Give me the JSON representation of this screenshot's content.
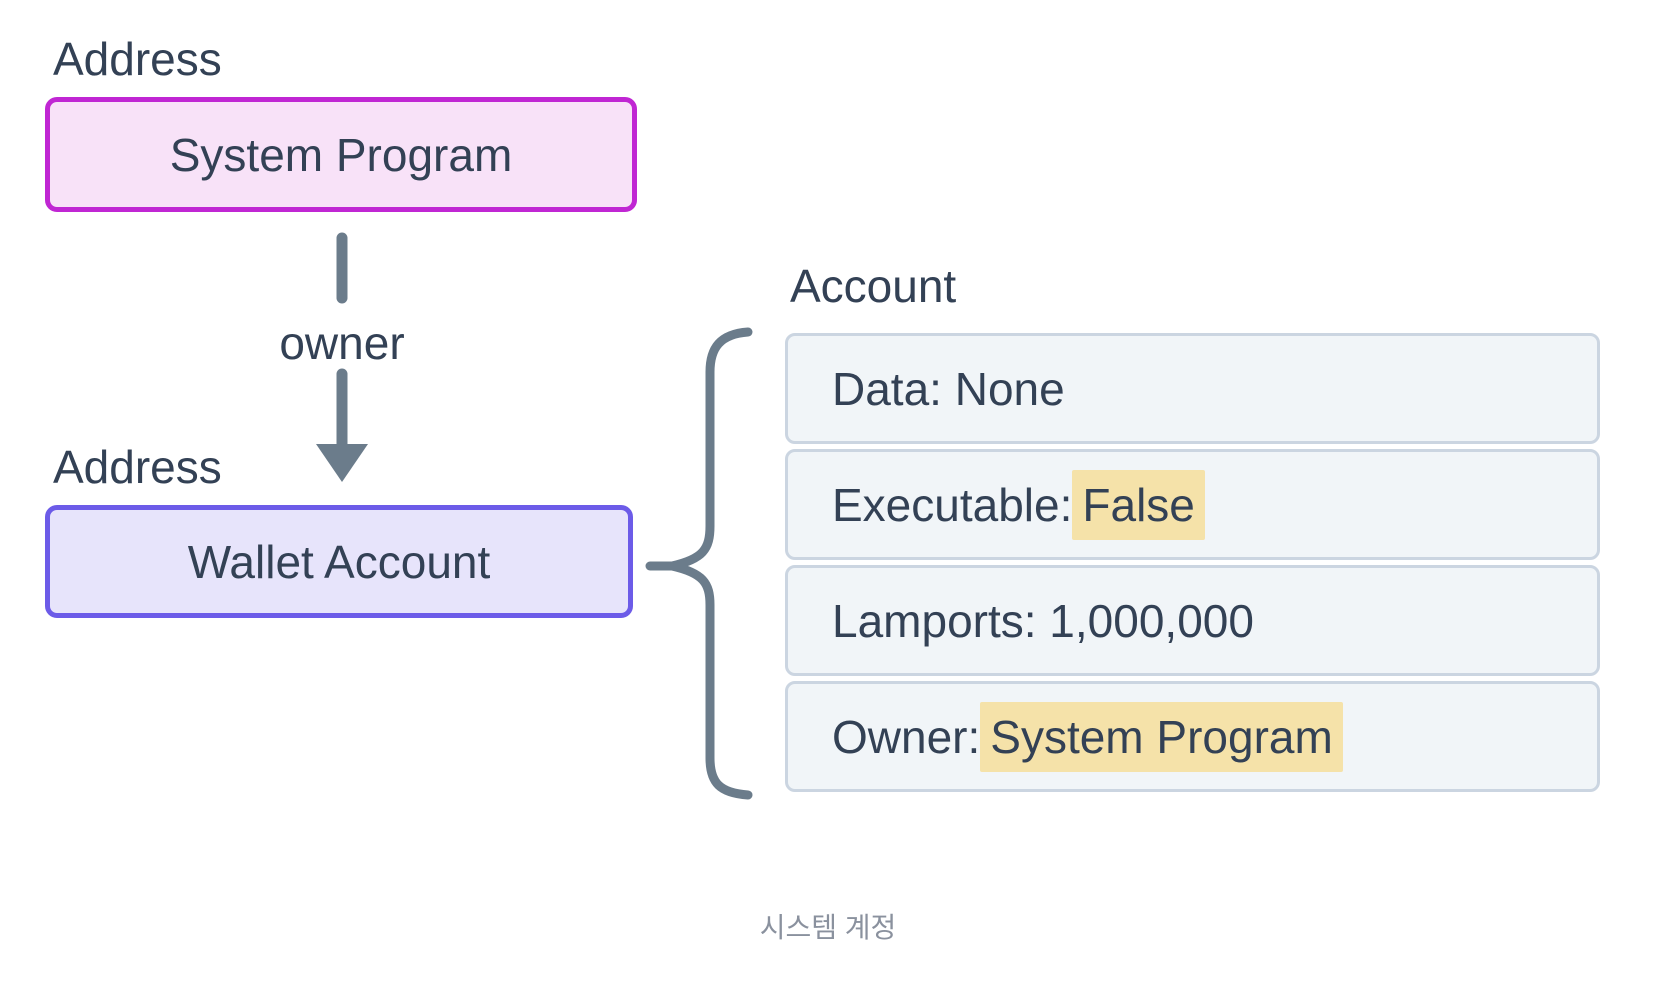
{
  "diagram": {
    "top_address": {
      "label": "Address",
      "box_text": "System Program"
    },
    "arrow": {
      "label": "owner"
    },
    "bottom_address": {
      "label": "Address",
      "box_text": "Wallet Account"
    },
    "account": {
      "heading": "Account",
      "rows": [
        {
          "prefix": "Data: None",
          "highlight": ""
        },
        {
          "prefix": "Executable:",
          "highlight": "False"
        },
        {
          "prefix": "Lamports: 1,000,000",
          "highlight": ""
        },
        {
          "prefix": "Owner:",
          "highlight": "System Program"
        }
      ]
    },
    "caption": "시스템 계정",
    "colors": {
      "system_program_border": "#c026d3",
      "system_program_fill": "#f8e2f8",
      "wallet_border": "#6c5be8",
      "wallet_fill": "#e7e4fb",
      "row_fill": "#f1f5f8",
      "row_border": "#cbd5e1",
      "highlight": "#f5e2a9",
      "connector": "#6b7c8b",
      "text": "#334155",
      "caption_text": "#8a919e"
    }
  }
}
